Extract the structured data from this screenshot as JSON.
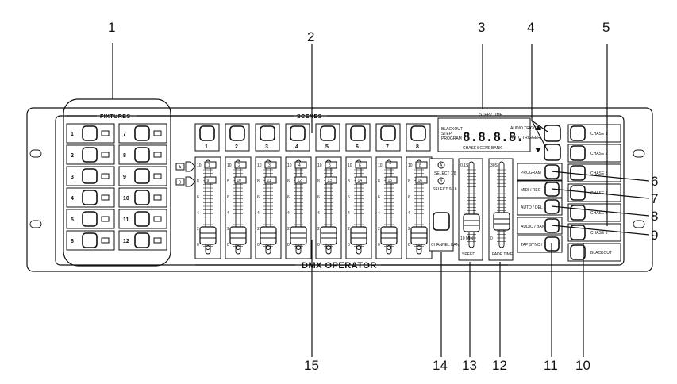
{
  "device": {
    "name": "DMX OPERATOR",
    "fixtures_label": "FIXTURES",
    "scenes_label": "SCENES",
    "fixture_numbers": [
      "1",
      "2",
      "3",
      "4",
      "5",
      "6",
      "7",
      "8",
      "9",
      "10",
      "11",
      "12"
    ],
    "scene_numbers": [
      "1",
      "2",
      "3",
      "4",
      "5",
      "6",
      "7",
      "8"
    ],
    "fader_top_labels": [
      "1",
      "2",
      "3",
      "4",
      "5",
      "6",
      "7",
      "8"
    ],
    "fader_bottom_labels": [
      "9",
      "10",
      "11",
      "12",
      "13",
      "14",
      "15",
      "16"
    ],
    "fader_scale": [
      "10",
      "8",
      "6",
      "4",
      "2",
      "0"
    ],
    "bank_labels": {
      "a": "A",
      "b": "B"
    },
    "lcd": {
      "header": "STEP / TIME",
      "left_labels": [
        "BLACKOUT",
        "STEP",
        "PROGRAM"
      ],
      "right_labels": [
        "AUDIO TRIGGER",
        "AUTO TRIGGER"
      ],
      "digits": "8.8.8.8.",
      "bottom_labels": [
        "CHASE",
        "SCENE",
        "BANK"
      ]
    },
    "select_labels": {
      "a": "SELECT 1/8",
      "b": "SELECT 9/16"
    },
    "channel_bank_label": "CHANNEL BANK",
    "speed": {
      "label": "SPEED",
      "top": "0.1S",
      "bottom": "10 MIN"
    },
    "fade": {
      "label": "FADE TIME",
      "top": "30S",
      "bottom": "0"
    },
    "mode_buttons": [
      "PROGRAM",
      "MIDI / REC",
      "AUTO / DEL",
      "AUDIO / BANK COPY",
      "TAP SYNC / DISPLAY"
    ],
    "chase_buttons": [
      "CHASE 1",
      "CHASE 2",
      "CHASE 3",
      "CHASE 4",
      "CHASE 5",
      "CHASE 6",
      "BLACKOUT"
    ]
  },
  "callouts": [
    "1",
    "2",
    "3",
    "4",
    "5",
    "6",
    "7",
    "8",
    "9",
    "10",
    "11",
    "12",
    "13",
    "14",
    "15"
  ]
}
